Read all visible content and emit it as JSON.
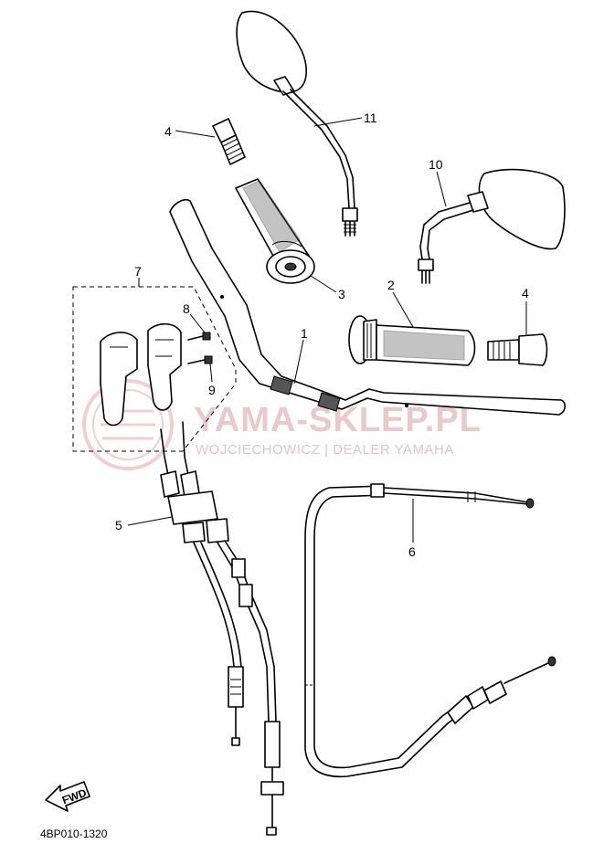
{
  "diagram": {
    "part_code": "4BP010-1320",
    "fwd_label": "FWD",
    "watermark": {
      "main": "YAMA-SKLEP.PL",
      "sub": "WOJCIECHOWICZ | DEALER YAMAHA"
    },
    "callouts": [
      "1",
      "2",
      "3",
      "4",
      "4",
      "5",
      "6",
      "7",
      "8",
      "9",
      "10",
      "11"
    ]
  }
}
